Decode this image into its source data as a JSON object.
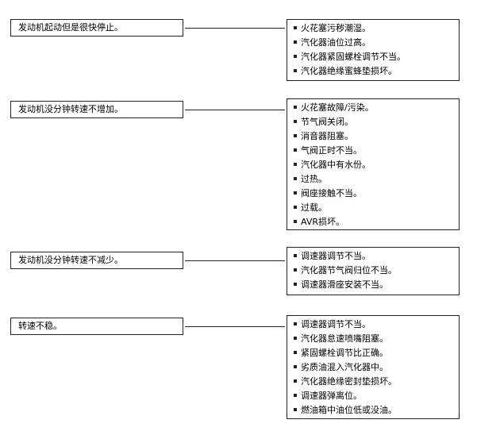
{
  "groups": [
    {
      "symptom": "发动机起动但是很快停止。",
      "causes": [
        "火花塞污秽潮湿。",
        "汽化器油位过高。",
        "汽化器紧固螺栓调节不当。",
        "汽化器绝缘蜜蜂垫损坏。"
      ]
    },
    {
      "symptom": "发动机没分钟转速不增加。",
      "causes": [
        "火花塞故障/污染。",
        "节气阀关闭。",
        "消音器阻塞。",
        "气阀正时不当。",
        "汽化器中有水份。",
        "过热。",
        "阀座接触不当。",
        "过载。",
        "AVR损坏。"
      ]
    },
    {
      "symptom": "发动机没分钟转速不减少。",
      "causes": [
        "调速器调节不当。",
        "汽化器节气阀归位不当。",
        "调速器滑座安装不当。"
      ]
    },
    {
      "symptom": "转速不稳。",
      "causes": [
        "调速器调节不当。",
        "汽化器怠速喷嘴阻塞。",
        "紧固螺栓调节比正确。",
        "劣质油混入汽化器中。",
        "汽化器绝缘密封垫损坏。",
        "调速器弹离位。",
        "燃油箱中油位低或没油。"
      ]
    }
  ]
}
